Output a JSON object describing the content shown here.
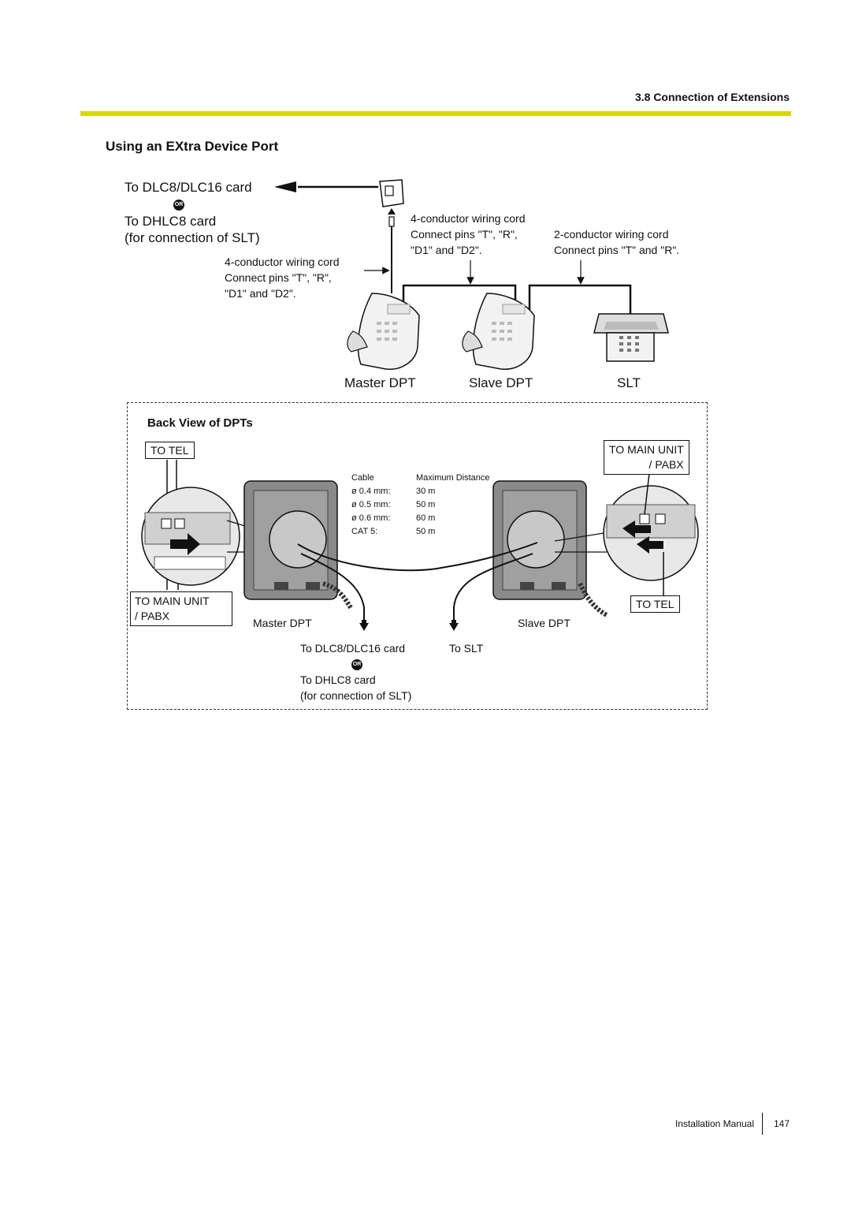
{
  "header": {
    "section": "3.8 Connection of Extensions"
  },
  "heading": "Using an EXtra Device Port",
  "top_diagram": {
    "to_dlc": "To DLC8/DLC16 card",
    "or_badge": "OR",
    "to_dhlc": "To DHLC8 card",
    "for_slt": "(for connection of SLT)",
    "left_cord_l1": "4-conductor wiring cord",
    "left_cord_l2": "Connect pins \"T\", \"R\",",
    "left_cord_l3": "\"D1\" and \"D2\".",
    "mid_cord_l1": "4-conductor wiring cord",
    "mid_cord_l2": "Connect pins \"T\", \"R\",",
    "mid_cord_l3": "\"D1\" and \"D2\".",
    "right_cord_l1": "2-conductor wiring cord",
    "right_cord_l2": "Connect pins \"T\" and \"R\".",
    "master_dpt": "Master DPT",
    "slave_dpt": "Slave DPT",
    "slt": "SLT"
  },
  "back_view": {
    "title": "Back View of DPTs",
    "to_tel_left": "TO TEL",
    "to_main_left_l1": "TO MAIN UNIT",
    "to_main_left_l2": "/ PABX",
    "to_main_right_l1": "TO MAIN UNIT",
    "to_main_right_l2": "/ PABX",
    "to_tel_right": "TO TEL",
    "master_dpt": "Master DPT",
    "slave_dpt": "Slave DPT",
    "to_dlc": "To DLC8/DLC16 card",
    "to_slt": "To SLT",
    "or_badge": "OR",
    "to_dhlc": "To DHLC8 card",
    "for_slt": "(for connection of SLT)",
    "table": {
      "headers": [
        "Cable",
        "Maximum Distance"
      ],
      "rows": [
        [
          "ø 0.4 mm:",
          "30 m"
        ],
        [
          "ø 0.5 mm:",
          "50 m"
        ],
        [
          "ø 0.6 mm:",
          "60 m"
        ],
        [
          "CAT 5:",
          "50 m"
        ]
      ]
    }
  },
  "footer": {
    "manual": "Installation Manual",
    "page": "147"
  }
}
